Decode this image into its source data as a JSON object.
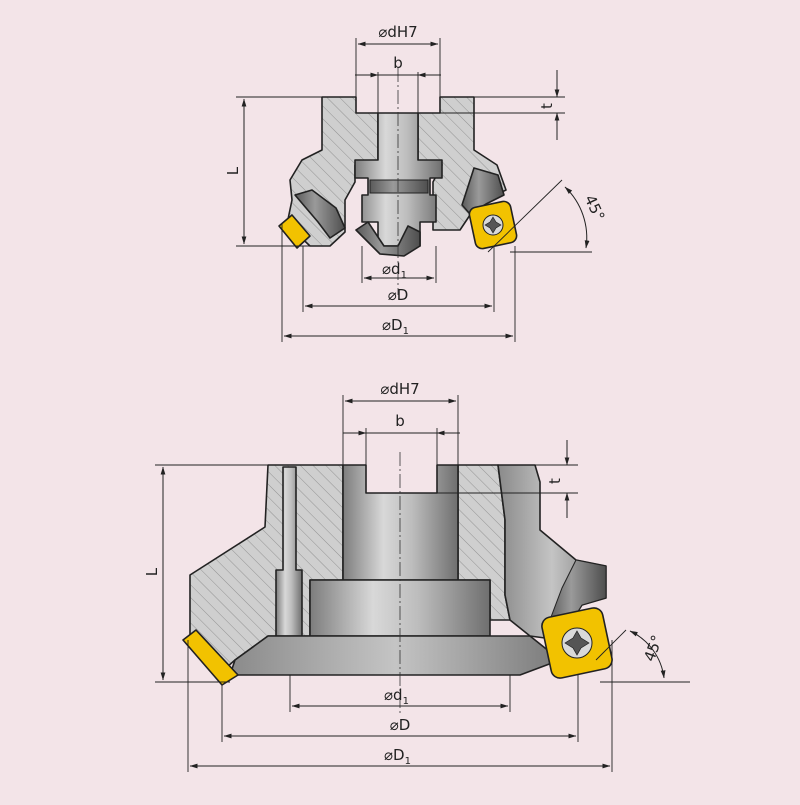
{
  "colors": {
    "background": "#f3e4e8",
    "body": "#c8c8c8",
    "steel": "#a9a9a9",
    "insert": "#f2c200"
  },
  "top_view": {
    "labels": {
      "dH7": "⌀dH7",
      "b": "b",
      "t": "t",
      "L": "L",
      "angle": "45°",
      "d1_main": "⌀d",
      "d1_sub": "1",
      "D": "⌀D",
      "D1_main": "⌀D",
      "D1_sub": "1"
    }
  },
  "bottom_view": {
    "labels": {
      "dH7": "⌀dH7",
      "b": "b",
      "t": "t",
      "L": "L",
      "angle": "45°",
      "d1_main": "⌀d",
      "d1_sub": "1",
      "D": "⌀D",
      "D1_main": "⌀D",
      "D1_sub": "1"
    }
  }
}
